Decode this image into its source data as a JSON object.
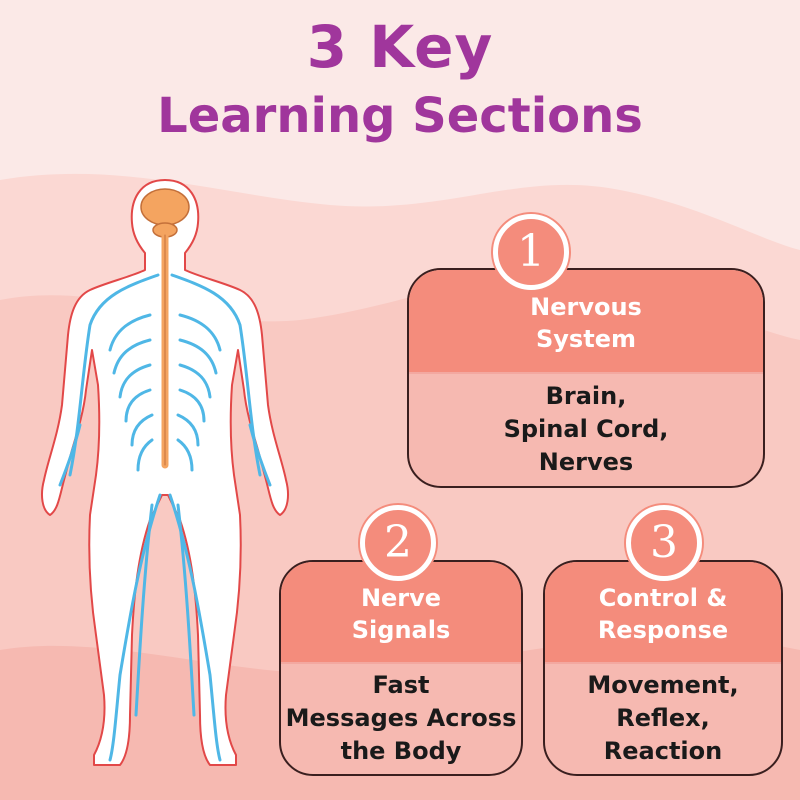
{
  "title": {
    "line1": "3 Key",
    "line2": "Learning Sections"
  },
  "colors": {
    "title": "#a0369c",
    "accent": "#f48c7c",
    "panel": "#f6b9b1",
    "nerve": "#4fb7e6",
    "spine": "#f4a460",
    "background": "#fbe9e7"
  },
  "illustration": {
    "icon": "nervous-system-human-figure"
  },
  "sections": [
    {
      "number": "1",
      "title": [
        "Nervous",
        "System"
      ],
      "items": [
        "Brain,",
        "Spinal Cord,",
        "Nerves"
      ]
    },
    {
      "number": "2",
      "title": [
        "Nerve",
        "Signals"
      ],
      "items": [
        "Fast",
        "Messages Across",
        "the Body"
      ]
    },
    {
      "number": "3",
      "title": [
        "Control &",
        "Response"
      ],
      "items": [
        "Movement,",
        "Reflex,",
        "Reaction"
      ]
    }
  ]
}
